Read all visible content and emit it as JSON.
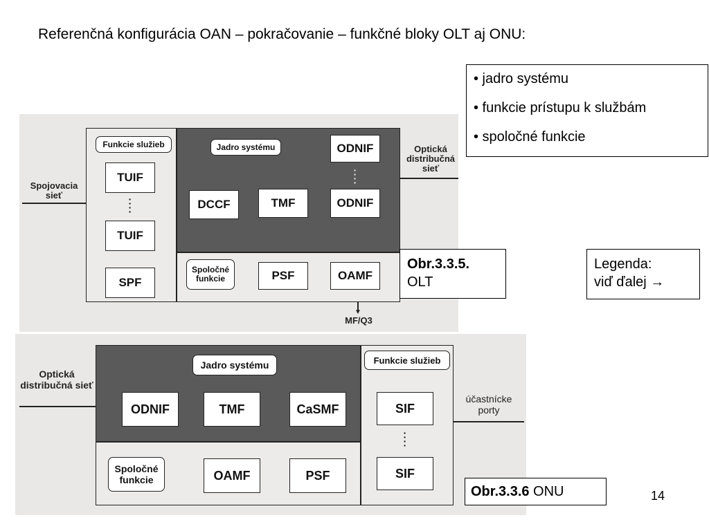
{
  "title": "Referenčná konfigurácia OAN – pokračovanie – funkčné bloky OLT aj ONU:",
  "bullets": [
    "• jadro systému",
    "• funkcie prístupu k službám",
    "• spoločné funkcie"
  ],
  "olt": {
    "services_label": "Funkcie služieb",
    "core_label": "Jadro systému",
    "common_label": "Spoločné funkcie",
    "tuif_1": "TUIF",
    "tuif_2": "TUIF",
    "spf": "SPF",
    "dccf": "DCCF",
    "tmf": "TMF",
    "odnif_1": "ODNIF",
    "odnif_2": "ODNIF",
    "psf": "PSF",
    "oamf": "OAMF",
    "left_network": "Spojovacia sieť",
    "right_network": "Optická distribučná sieť",
    "mgmt": "MF/Q3"
  },
  "onu": {
    "core_label": "Jadro systému",
    "services_label": "Funkcie služieb",
    "common_label": "Spoločné funkcie",
    "odnif": "ODNIF",
    "tmf": "TMF",
    "casmf": "CaSMF",
    "oamf": "OAMF",
    "psf": "PSF",
    "sif_1": "SIF",
    "sif_2": "SIF",
    "left_network": "Optická distribučná sieť",
    "right_ports": "účastnícke porty"
  },
  "caption_olt": {
    "bold": "Obr.3.3.5.",
    "text": "OLT"
  },
  "legend": {
    "line1": "Legenda:",
    "line2": "viď ďalej →"
  },
  "caption_onu": {
    "bold": "Obr.3.3.6",
    "text": " ONU"
  },
  "page_number": "14"
}
